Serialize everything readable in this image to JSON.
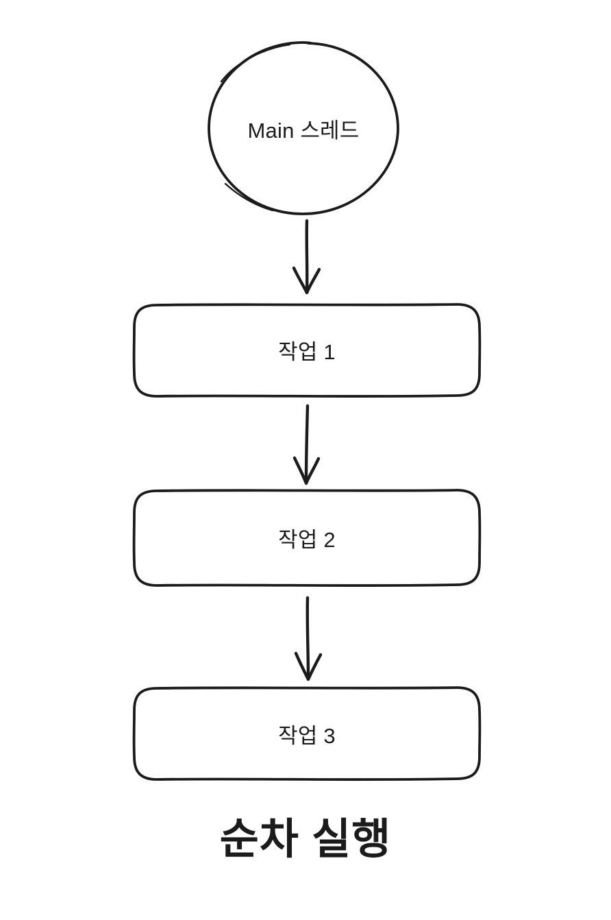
{
  "diagram": {
    "title": "순차 실행",
    "nodes": [
      {
        "id": "main-thread",
        "shape": "ellipse",
        "label": "Main 스레드"
      },
      {
        "id": "task-1",
        "shape": "rounded-rect",
        "label": "작업 1"
      },
      {
        "id": "task-2",
        "shape": "rounded-rect",
        "label": "작업 2"
      },
      {
        "id": "task-3",
        "shape": "rounded-rect",
        "label": "작업 3"
      }
    ],
    "edges": [
      {
        "from": "main-thread",
        "to": "task-1",
        "style": "arrow-down"
      },
      {
        "from": "task-1",
        "to": "task-2",
        "style": "arrow-down"
      },
      {
        "from": "task-2",
        "to": "task-3",
        "style": "arrow-down"
      }
    ],
    "colors": {
      "stroke": "#1b1b1b",
      "text": "#1b1b1b",
      "background": "#ffffff"
    }
  }
}
